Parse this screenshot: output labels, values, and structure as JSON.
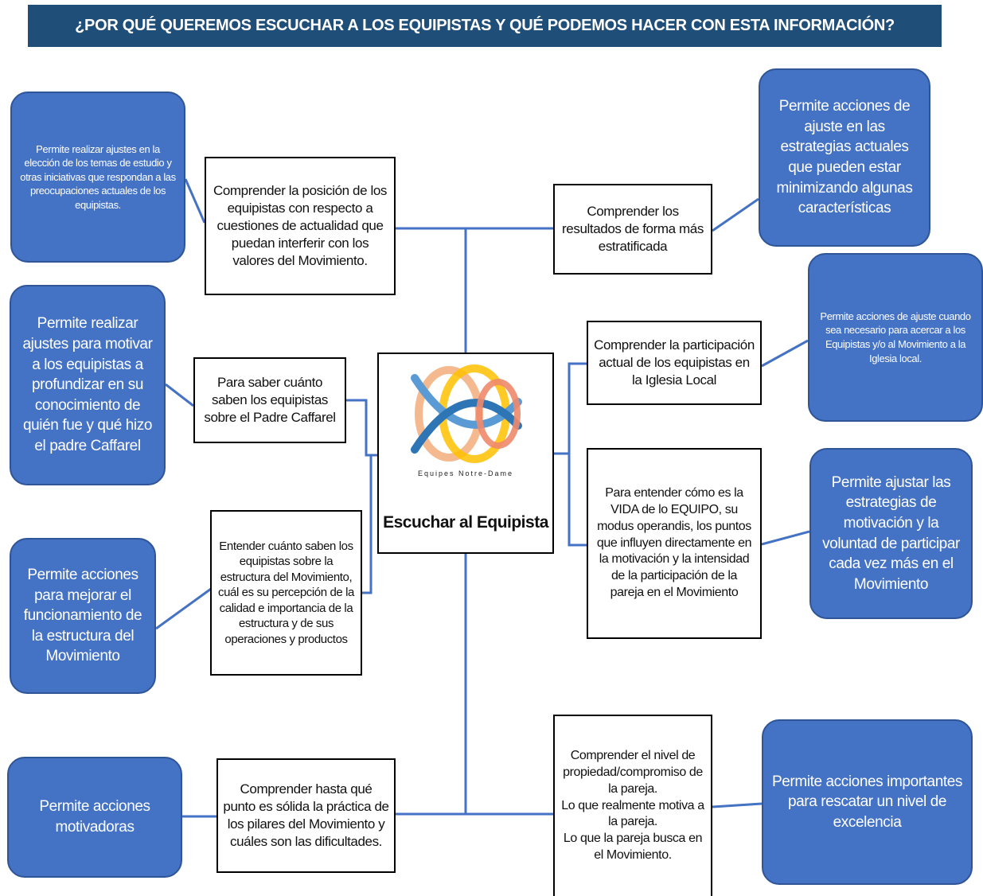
{
  "title": "¿POR QUÉ QUEREMOS ESCUCHAR A LOS EQUIPISTAS Y QUÉ PODEMOS HACER CON ESTA INFORMACIÓN?",
  "center": {
    "logo_caption": "Equipes Notre-Dame",
    "label": "Escuchar al  Equipista"
  },
  "middle_boxes": {
    "valores": "Comprender la posición de los equipistas con respecto a cuestiones de actualidad que puedan interferir con los valores del Movimiento.",
    "caffarel": "Para saber cuánto saben los equipistas sobre el Padre Caffarel",
    "estructura": "Entender cuánto saben los equipistas sobre la estructura del Movimiento, cuál es su percepción de la calidad e importancia de la estructura y de sus operaciones y productos",
    "pilares": "Comprender hasta qué punto es sólida la práctica de los pilares del Movimiento y cuáles son las dificultades.",
    "resultados": "Comprender los resultados de forma más estratificada",
    "iglesia": "Comprender la participación actual de los equipistas en la Iglesia Local",
    "vida": "Para entender cómo es la VIDA de lo EQUIPO, su modus operandis, los puntos que influyen directamente en la motivación y la intensidad de la participación de la pareja en el Movimiento",
    "propiedad": "Comprender el nivel de propiedad/compromiso de la pareja.\nLo que realmente motiva a la pareja.\nLo que la pareja busca en el Movimiento."
  },
  "outer_boxes": {
    "temas": "Permite realizar ajustes en la elección de los temas de estudio y otras iniciativas que respondan a las preocupaciones actuales de los equipistas.",
    "motivar": "Permite realizar ajustes para motivar a los equipistas a profundizar en su conocimiento de quién fue y qué hizo el padre Caffarel",
    "funcionamiento": "Permite acciones para mejorar el funcionamiento de la estructura del Movimiento",
    "motivadoras": "Permite acciones motivadoras",
    "estrategias": "Permite acciones de ajuste en las estrategias actuales que pueden estar minimizando algunas características",
    "acercar": "Permite acciones de ajuste cuando sea necesario para acercar a los Equipistas y/o al Movimiento a la Iglesia local.",
    "voluntad": "Permite ajustar las estrategias de motivación y la voluntad de participar cada vez más en el Movimiento",
    "excelencia": "Permite acciones importantes para rescatar un nivel de excelencia"
  },
  "colors": {
    "banner": "#1f4e79",
    "outer_fill": "#4472c4",
    "connector": "#4472c4"
  }
}
